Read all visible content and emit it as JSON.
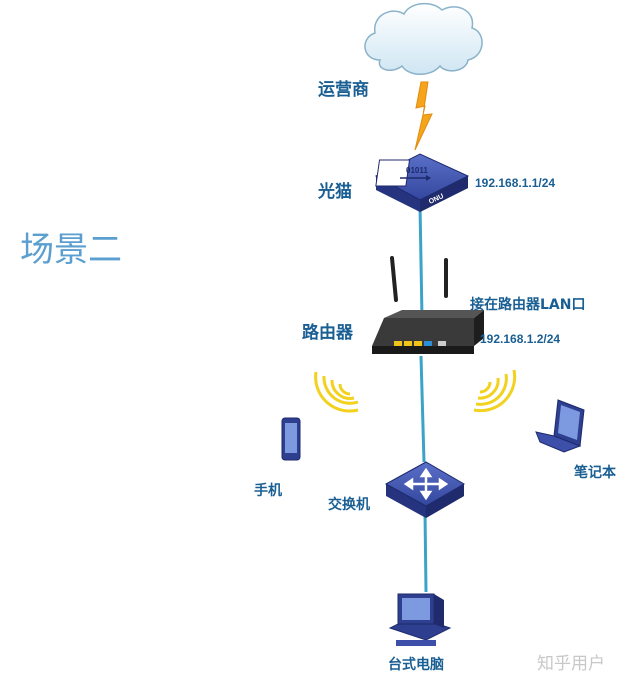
{
  "scene_title": "场景二",
  "nodes": {
    "isp": "运营商",
    "modem": "光猫",
    "modem_chip_text": "01011",
    "modem_side_text": "ONU",
    "modem_ip": "192.168.1.1/24",
    "router": "路由器",
    "router_note": "接在路由器LAN口",
    "router_ip": "192.168.1.2/24",
    "phone": "手机",
    "switch": "交换机",
    "laptop": "笔记本",
    "desktop": "台式电脑"
  },
  "watermark": "知乎用户",
  "colors": {
    "link": "#3ba3c6",
    "device_blue": "#3a4fa8",
    "label": "#1a5f93",
    "wifi": "#f2d21f",
    "lightning": "#f5a51a"
  }
}
